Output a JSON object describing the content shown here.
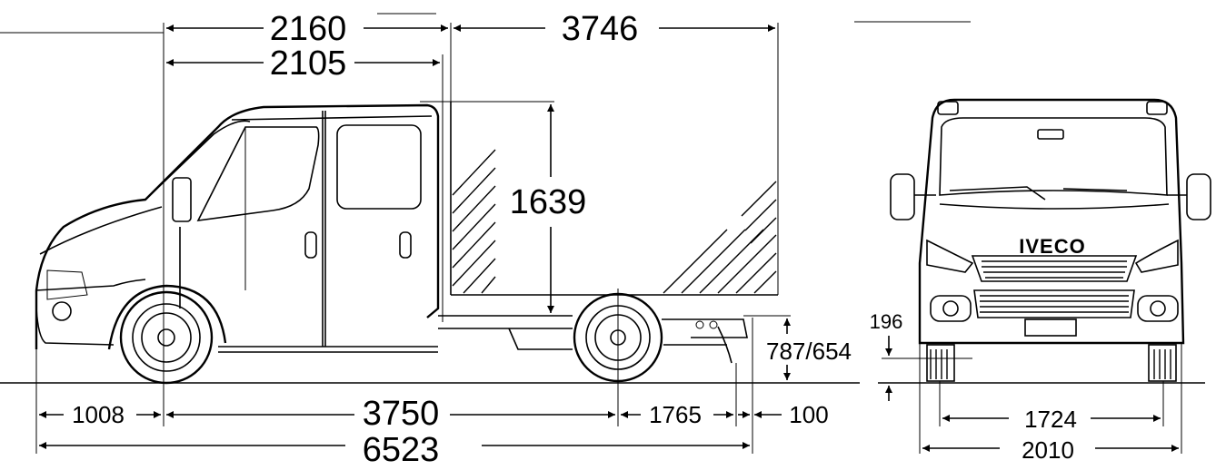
{
  "side_view": {
    "dim_cab_front_to_body": "2160",
    "dim_front_axle_to_cab_back": "2105",
    "dim_body_length": "3746",
    "dim_body_height": "1639",
    "dim_frame_height": "787/654",
    "dim_front_overhang": "1008",
    "dim_wheelbase": "3750",
    "dim_rear_overhang": "1765",
    "dim_rear_extension": "100",
    "dim_total_length": "6523"
  },
  "front_view": {
    "brand_badge": "IVECO",
    "dim_ground_clearance": "196",
    "dim_track_width": "1724",
    "dim_overall_width": "2010"
  }
}
